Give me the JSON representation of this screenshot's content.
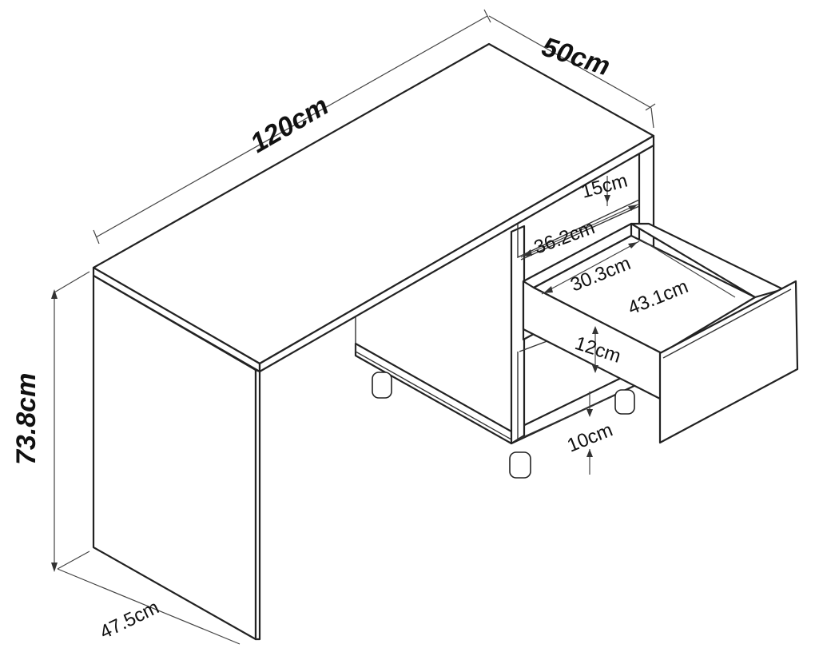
{
  "diagram": {
    "dimensions": {
      "width": "120cm",
      "depth_top": "50cm",
      "height": "73.8cm",
      "depth_side": "47.5cm",
      "shelf_height": "15cm",
      "shelf_width": "36.2cm",
      "drawer_inner_width": "30.3cm",
      "drawer_depth": "43.1cm",
      "drawer_height": "12cm",
      "floor_clearance": "10cm"
    },
    "colors": {
      "line": "#222222",
      "fill": "#ffffff"
    }
  }
}
